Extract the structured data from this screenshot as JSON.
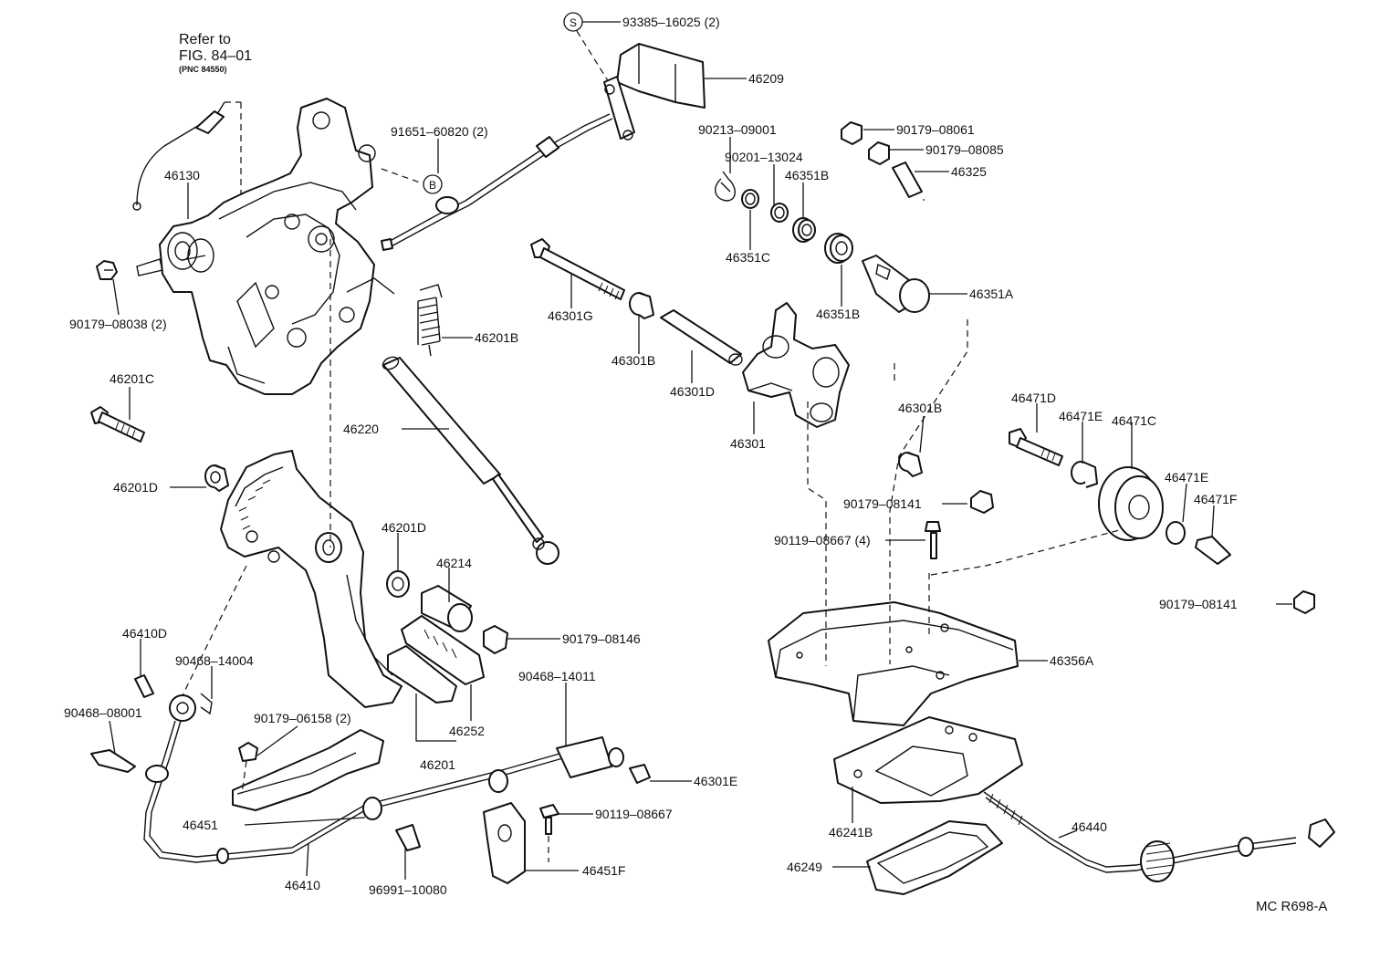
{
  "reference_note": {
    "line1": "Refer to",
    "line2": "FIG. 84–01",
    "line3": "(PNC 84550)"
  },
  "diagram_code": "MC R698-A",
  "symbols": {
    "s": "S",
    "b": "B"
  },
  "part_labels": [
    "93385–16025 (2)",
    "46209",
    "91651–60820 (2)",
    "90213–09001",
    "90201–13024",
    "46351B",
    "90179–08061",
    "90179–08085",
    "46325",
    "46130",
    "46351C",
    "46351A",
    "90179–08038 (2)",
    "46301G",
    "46201B",
    "46351B",
    "46301B",
    "46201C",
    "46220",
    "46301D",
    "46301",
    "46301B",
    "46471D",
    "46471E",
    "46471C",
    "46201D",
    "90179–08141",
    "46471E",
    "46471F",
    "46201D",
    "90119–08667 (4)",
    "46214",
    "90179–08141",
    "46410D",
    "90179–08146",
    "90468–14004",
    "46356A",
    "90468–14011",
    "90468–08001",
    "90179–06158 (2)",
    "46252",
    "46201",
    "46301E",
    "90119–08667",
    "46451",
    "46241B",
    "46440",
    "46451F",
    "46249",
    "46410",
    "96991–10080"
  ]
}
